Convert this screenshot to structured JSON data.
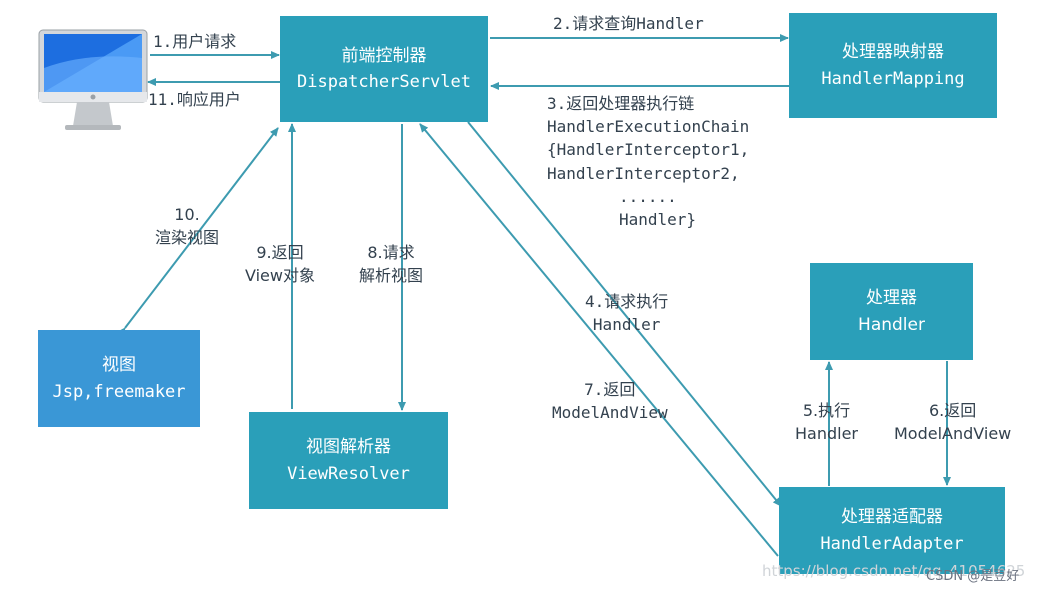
{
  "boxes": {
    "dispatcher": {
      "title": "前端控制器",
      "subtitle": "DispatcherServlet"
    },
    "mapping": {
      "title": "处理器映射器",
      "subtitle": "HandlerMapping"
    },
    "handler": {
      "title": "处理器",
      "subtitle": "Handler"
    },
    "adapter": {
      "title": "处理器适配器",
      "subtitle": "HandlerAdapter"
    },
    "view": {
      "title": "视图",
      "subtitle": "Jsp,freemaker"
    },
    "resolver": {
      "title": "视图解析器",
      "subtitle": "ViewResolver"
    }
  },
  "steps": {
    "s1": "1.用户请求",
    "s2": "2.请求查询Handler",
    "s3": [
      "3.返回处理器执行链",
      "HandlerExecutionChain",
      "{HandlerInterceptor1,",
      "HandlerInterceptor2,",
      "......",
      "Handler}"
    ],
    "s4": [
      "4.请求执行",
      "Handler"
    ],
    "s5": [
      "5.执行",
      "Handler"
    ],
    "s6": [
      "6.返回",
      "ModelAndView"
    ],
    "s7": [
      "7.返回",
      "ModelAndView"
    ],
    "s8": [
      "8.请求",
      "解析视图"
    ],
    "s9": [
      "9.返回",
      "View对象"
    ],
    "s10": [
      "10.",
      "渲染视图"
    ],
    "s11": "11.响应用户"
  },
  "watermark": {
    "url": "https://blog.csdn.net/qq_41054625",
    "csdn": "CSDN @是豆好"
  },
  "colors": {
    "box": "#2a9fb9",
    "view_box": "#3a97d6",
    "arrow": "#3d9bb0",
    "text": "#33414e"
  }
}
